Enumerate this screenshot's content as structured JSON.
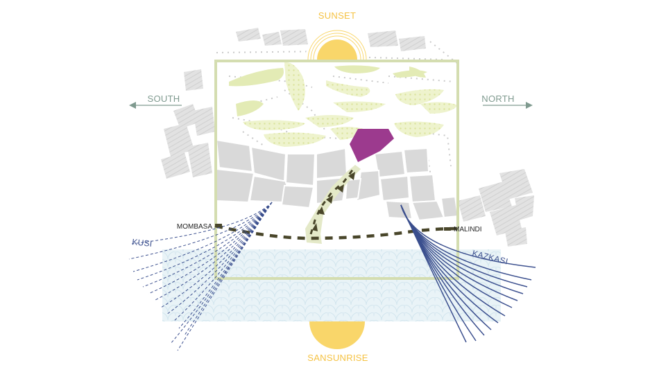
{
  "labels": {
    "sunset": "SUNSET",
    "sunrise": "SANSUNRISE",
    "south": "SOUTH",
    "north": "NORTH",
    "mombasa": "MOMBASA",
    "malindi": "MALINDI",
    "kusi": "KUSI",
    "kazkasi": "KAZKASI"
  },
  "colors": {
    "sun": "#f9d66a",
    "sun_text": "#f5c242",
    "site_frame": "#d4ddb0",
    "vegetation": "#e3ebb5",
    "buildings": "#d9d9d9",
    "highlight_building": "#9c3a8e",
    "path": "#49462a",
    "sea": "#e6f1f6",
    "wind": "#3b4f8e",
    "direction": "#7f9a8f"
  },
  "icons": {
    "south": "arrow-left-icon",
    "north": "arrow-right-icon"
  }
}
